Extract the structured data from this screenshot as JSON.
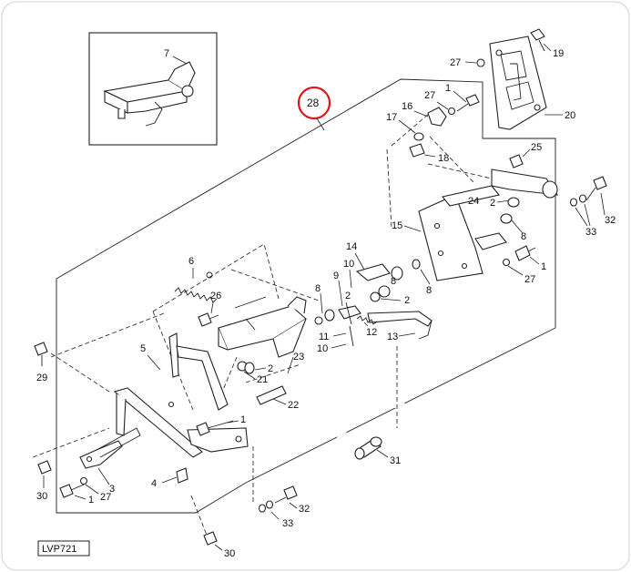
{
  "diagram": {
    "reference_code": "LVP721",
    "callouts": {
      "c1a": "1",
      "c1b": "1",
      "c1c": "1",
      "c1d": "1",
      "c2a": "2",
      "c2b": "2",
      "c2c": "2",
      "c2d": "2",
      "c3": "3",
      "c4": "4",
      "c5": "5",
      "c6": "6",
      "c7": "7",
      "c8a": "8",
      "c8b": "8",
      "c8c": "8",
      "c9": "9",
      "c10a": "10",
      "c10b": "10",
      "c11": "11",
      "c12": "12",
      "c13": "13",
      "c14": "14",
      "c15": "15",
      "c16": "16",
      "c17": "17",
      "c18": "18",
      "c19": "19",
      "c20": "20",
      "c21": "21",
      "c22": "22",
      "c23": "23",
      "c24": "24",
      "c25": "25",
      "c26": "26",
      "c27a": "27",
      "c27b": "27",
      "c27c": "27",
      "c27d": "27",
      "c28": "28",
      "c29": "29",
      "c30a": "30",
      "c30b": "30",
      "c31": "31",
      "c32a": "32",
      "c32b": "32",
      "c33a": "33",
      "c33b": "33"
    },
    "highlight_colors": {
      "circle_28": "#e0161b",
      "circle_31": "#ffffff"
    }
  }
}
